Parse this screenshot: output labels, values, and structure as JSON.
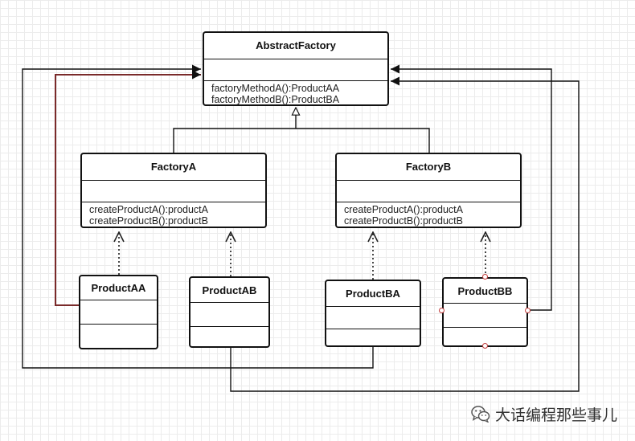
{
  "diagram": {
    "abstract_factory": {
      "name": "AbstractFactory",
      "methods": [
        "factoryMethodA():ProductAA",
        "factoryMethodB():ProductBA"
      ]
    },
    "factories": [
      {
        "name": "FactoryA",
        "methods": [
          "createProductA():productA",
          "createProductB():productB"
        ]
      },
      {
        "name": "FactoryB",
        "methods": [
          "createProductA():productA",
          "createProductB():productB"
        ]
      }
    ],
    "products": [
      {
        "name": "ProductAA"
      },
      {
        "name": "ProductAB"
      },
      {
        "name": "ProductBA"
      },
      {
        "name": "ProductBB"
      }
    ]
  },
  "watermark": {
    "icon": "wechat-icon",
    "text": "大话编程那些事儿"
  },
  "colors": {
    "line": "#111111",
    "dotted": "#333333",
    "highlight": "#7a2a2a",
    "handle": "#c23b3b",
    "grid": "#ececec"
  }
}
